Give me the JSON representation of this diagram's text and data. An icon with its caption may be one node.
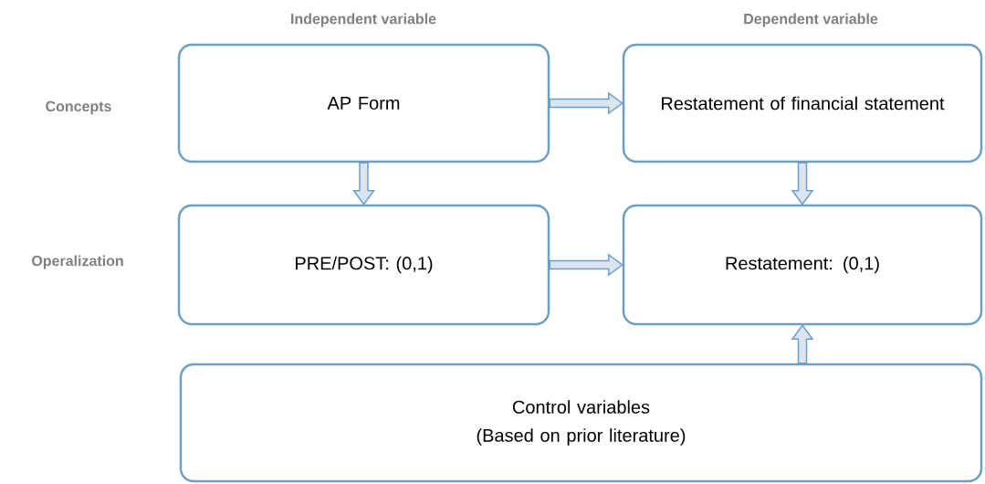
{
  "diagram": {
    "nodes": [
      {
        "text": [
          "AP Form"
        ]
      },
      {
        "text": [
          "Restatement of financial statement"
        ]
      },
      {
        "text": [
          "PRE/POST: (0,1)"
        ]
      },
      {
        "text": [
          "Restatement: (0,1)"
        ]
      },
      {
        "text": [
          "Control variables",
          "(Based on prior literature)"
        ]
      }
    ],
    "edges": [
      {
        "from": 0,
        "to": 1,
        "arrow": "to"
      },
      {
        "from": 0,
        "to": 2,
        "arrow": "to"
      },
      {
        "from": 1,
        "to": 3,
        "arrow": "to"
      },
      {
        "from": 2,
        "to": 3,
        "arrow": "to"
      },
      {
        "from": 4,
        "to": 3,
        "arrow": "to"
      }
    ],
    "labels": [
      "Independent variable",
      "Dependent variable",
      "Concepts",
      "Operalization"
    ]
  }
}
